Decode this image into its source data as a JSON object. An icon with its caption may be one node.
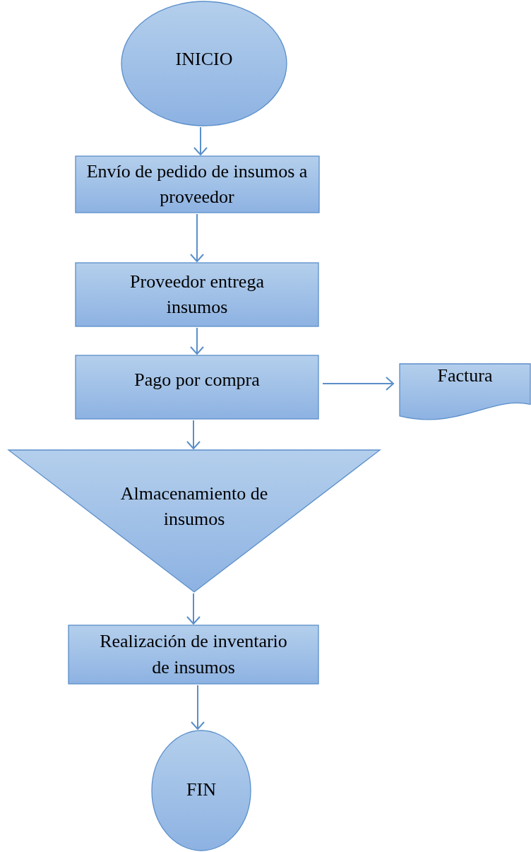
{
  "diagram": {
    "nodes": [
      {
        "text": [
          "INICIO"
        ]
      },
      {
        "text": [
          "Envío de pedido de insumos a proveedor"
        ]
      },
      {
        "text": [
          "Proveedor entrega insumos"
        ]
      },
      {
        "text": [
          "Pago por compra"
        ]
      },
      {
        "text": [
          "Factura"
        ]
      },
      {
        "text": [
          "Almacenamiento de insumos"
        ]
      },
      {
        "text": [
          "Realización de inventario de insumos"
        ]
      },
      {
        "text": [
          "FIN"
        ]
      }
    ],
    "edges": [
      {
        "from": 0,
        "to": 1,
        "arrow": "to"
      },
      {
        "from": 1,
        "to": 2,
        "arrow": "to"
      },
      {
        "from": 2,
        "to": 3,
        "arrow": "to"
      },
      {
        "from": 3,
        "to": 4,
        "arrow": "to"
      },
      {
        "from": 3,
        "to": 5,
        "arrow": "to"
      },
      {
        "from": 5,
        "to": 6,
        "arrow": "to"
      },
      {
        "from": 6,
        "to": 7,
        "arrow": "to"
      }
    ]
  }
}
